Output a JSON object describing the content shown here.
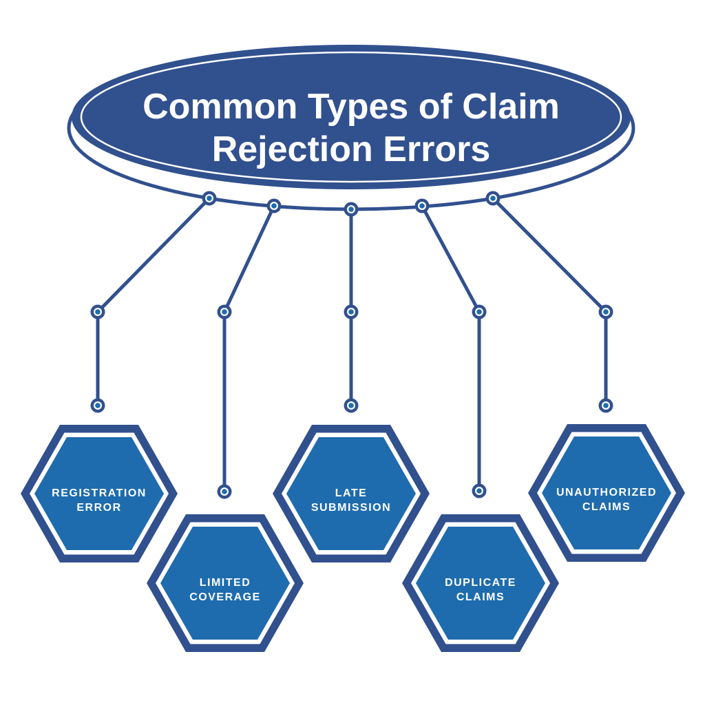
{
  "title": {
    "line1": "Common Types of Claim",
    "line2": "Rejection Errors"
  },
  "nodes": [
    {
      "line1": "REGISTRATION",
      "line2": "ERROR"
    },
    {
      "line1": "LIMITED",
      "line2": "COVERAGE"
    },
    {
      "line1": "LATE",
      "line2": "SUBMISSION"
    },
    {
      "line1": "DUPLICATE",
      "line2": "CLAIMS"
    },
    {
      "line1": "UNAUTHORIZED",
      "line2": "CLAIMS"
    }
  ],
  "colors": {
    "navy": "#31508e",
    "blue": "#1e6cae",
    "background": "#ffffff",
    "text": "#ffffff"
  }
}
